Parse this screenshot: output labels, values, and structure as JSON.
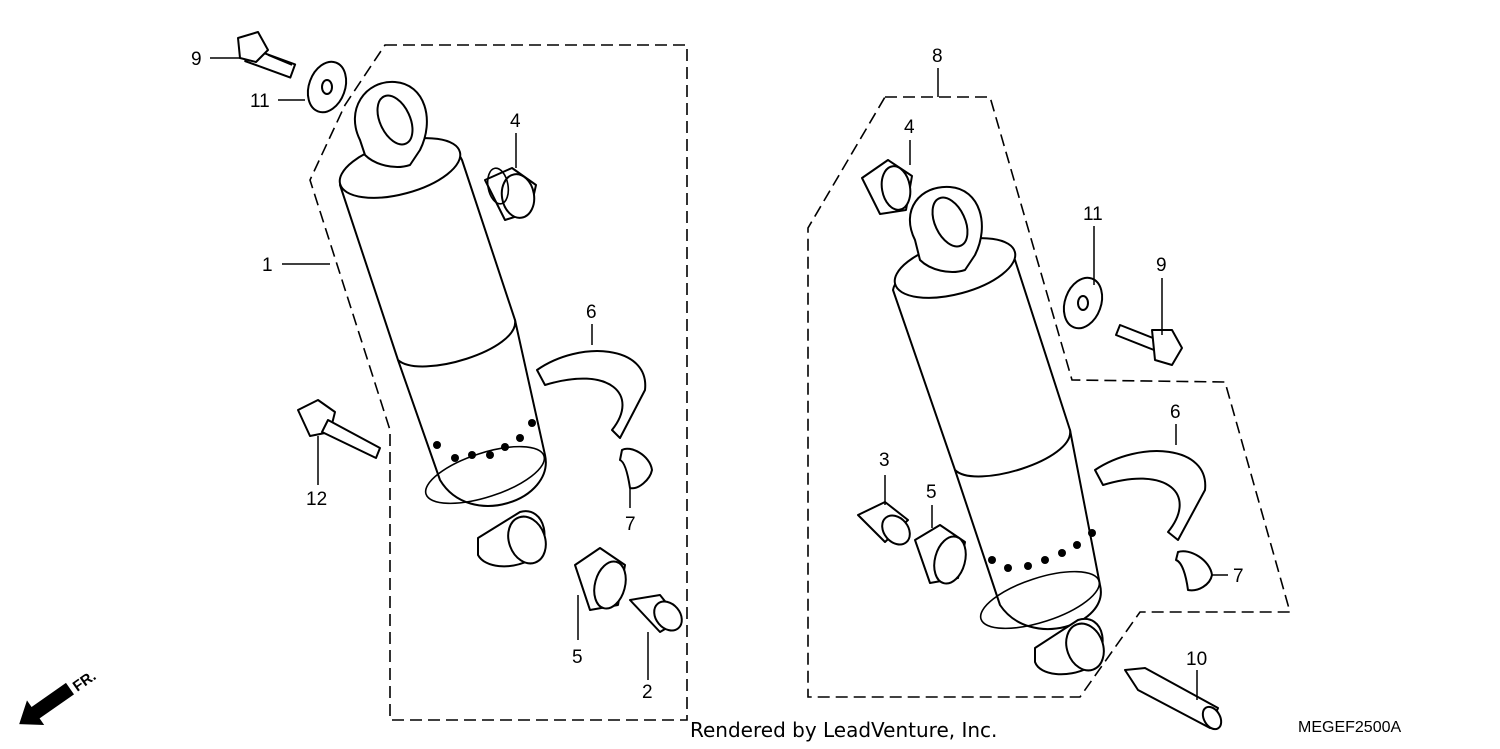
{
  "callouts": {
    "left_1": "1",
    "left_4": "4",
    "left_6": "6",
    "left_7": "7",
    "left_9": "9",
    "left_11": "11",
    "left_12": "12",
    "left_5": "5",
    "left_2": "2",
    "right_8": "8",
    "right_4": "4",
    "right_11": "11",
    "right_9": "9",
    "right_6": "6",
    "right_3": "3",
    "right_5": "5",
    "right_7": "7",
    "right_10": "10"
  },
  "front_arrow_label": "FR.",
  "footer": {
    "rendered_by": "Rendered by LeadVenture, Inc.",
    "diagram_code": "MEGEF2500A"
  }
}
